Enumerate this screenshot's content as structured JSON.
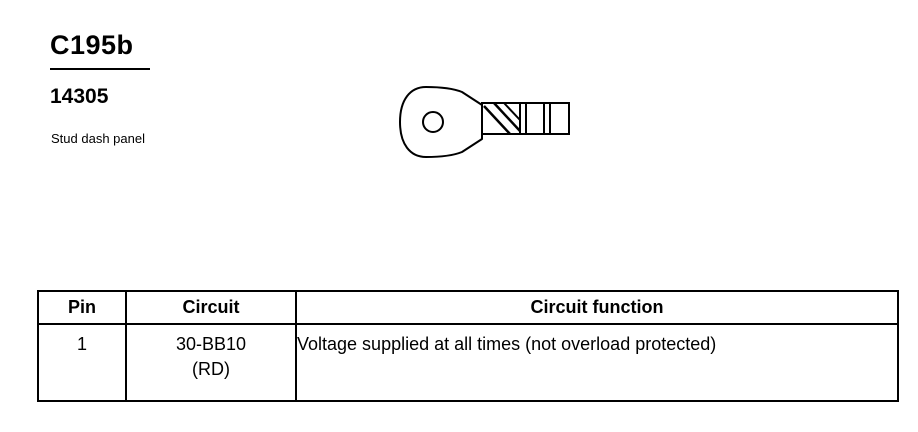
{
  "header": {
    "connector_id": "C195b",
    "part_number": "14305",
    "location": "Stud dash panel"
  },
  "icons": {
    "terminal": "ring-terminal-icon"
  },
  "table": {
    "columns": [
      "Pin",
      "Circuit",
      "Circuit function"
    ],
    "rows": [
      {
        "pin": "1",
        "circuit": "30-BB10",
        "color_code": "(RD)",
        "function": "Voltage supplied at all times (not overload protected)"
      }
    ]
  }
}
